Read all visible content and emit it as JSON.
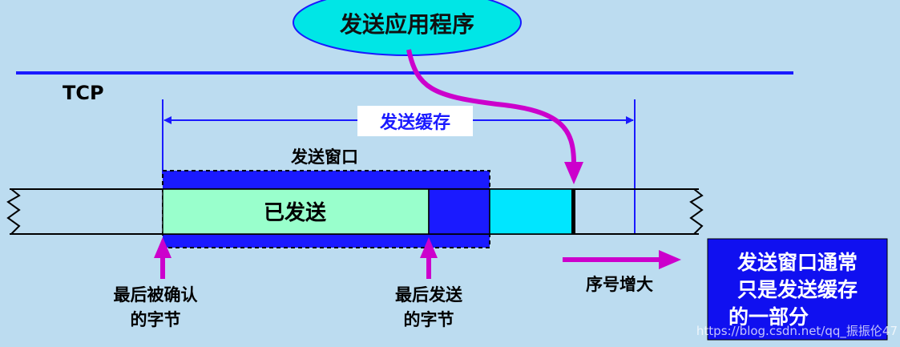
{
  "app_label": "发送应用程序",
  "layer_label": "TCP",
  "buffer_label": "发送缓存",
  "window_label": "发送窗口",
  "sent_label": "已发送",
  "last_acked": {
    "line1": "最后被确认",
    "line2": "的字节"
  },
  "last_sent": {
    "line1": "最后发送",
    "line2": "的字节"
  },
  "seq_increase": "序号增大",
  "note": {
    "line1": "发送窗口通常",
    "line2": "只是发送缓存",
    "line3": "的一部分"
  },
  "watermark": "https://blog.csdn.net/qq_振振伦47",
  "colors": {
    "background": "#bcdcf0",
    "ellipse": "#00e6e6",
    "blue": "#1a1aff",
    "sent_fill": "#99ffcc",
    "cyan_fill": "#00e6ff",
    "arrow_magenta": "#cc00cc",
    "note_bg": "#1010f0"
  }
}
